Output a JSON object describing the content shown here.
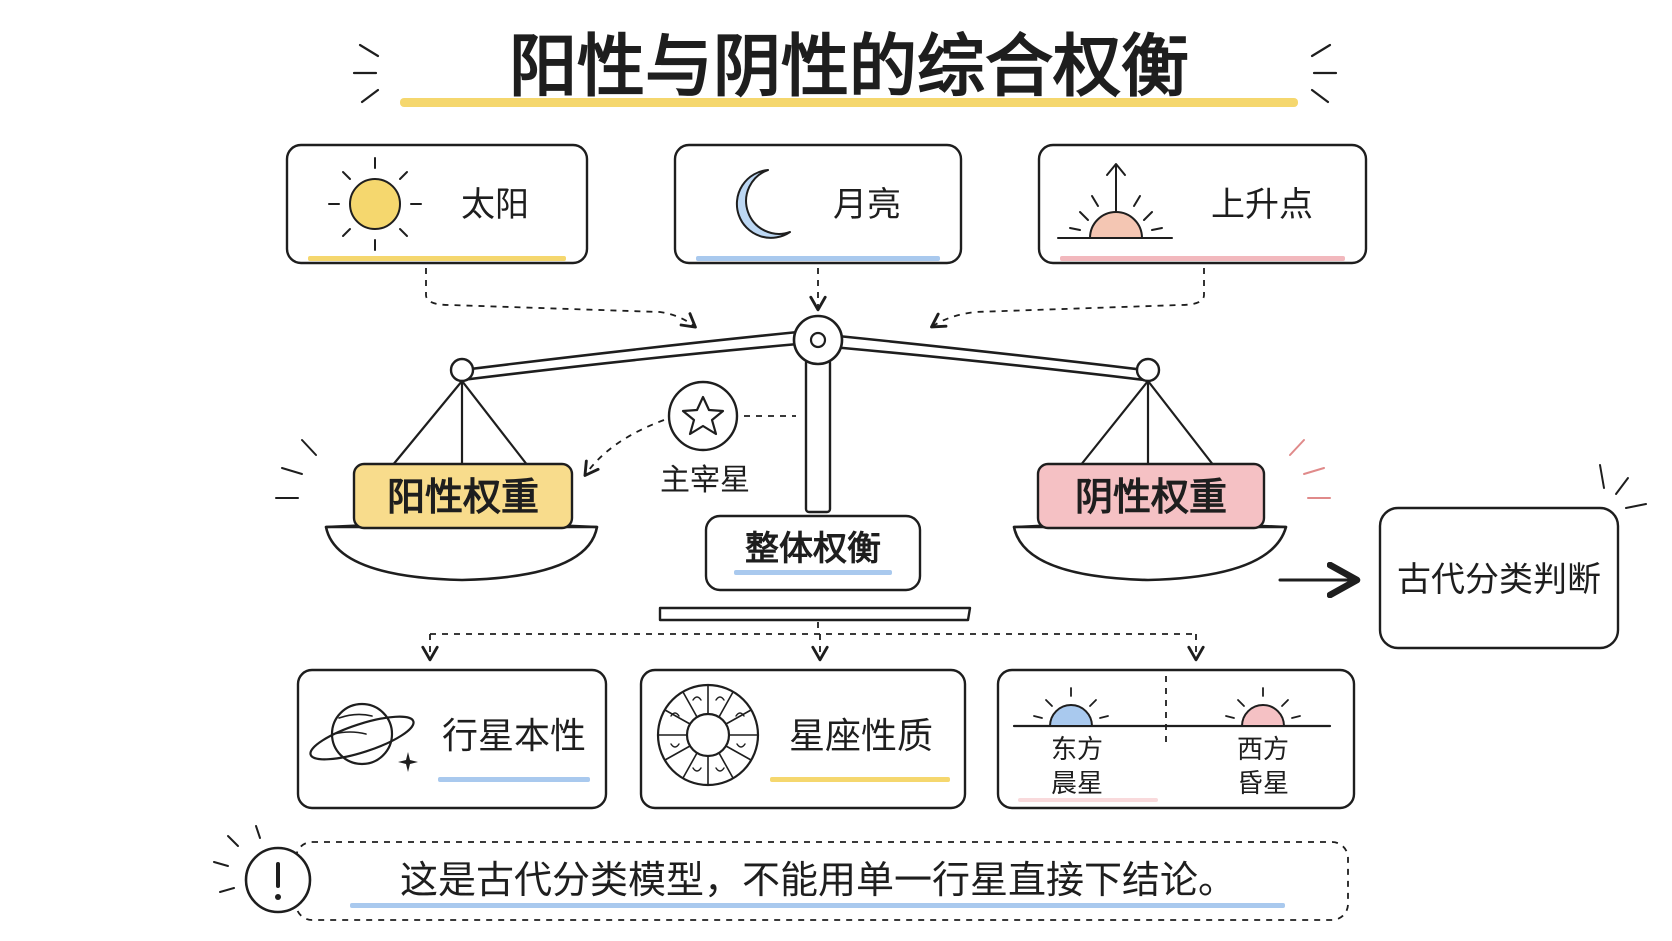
{
  "title": "阳性与阴性的综合权衡",
  "top_factors": [
    {
      "label": "太阳",
      "icon": "sun-icon",
      "accent": "#f5d76e"
    },
    {
      "label": "月亮",
      "icon": "moon-icon",
      "accent": "#a9c9ee"
    },
    {
      "label": "上升点",
      "icon": "ascendant-icon",
      "accent": "#f2b8bd"
    }
  ],
  "balance": {
    "left_pan": "阳性权重",
    "right_pan": "阴性权重",
    "base": "整体权衡",
    "ruler": "主宰星",
    "left_color": "#f8dc8c",
    "right_color": "#f5c1c4"
  },
  "result": "古代分类判断",
  "bottom_factors": [
    {
      "label": "行星本性",
      "icon": "planet-icon"
    },
    {
      "label": "星座性质",
      "icon": "zodiac-wheel-icon"
    }
  ],
  "phase": {
    "east": [
      "东方",
      "晨星"
    ],
    "west": [
      "西方",
      "昏星"
    ]
  },
  "note": "这是古代分类模型，不能用单一行星直接下结论。",
  "colors": {
    "ink": "#1e1e1e",
    "yellow": "#f5d76e",
    "blue": "#a9c9ee",
    "pink": "#f2b8bd"
  }
}
